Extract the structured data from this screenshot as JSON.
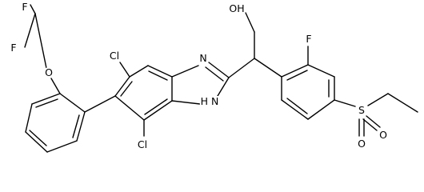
{
  "molecule": {
    "labels": {
      "f_top": "F",
      "f_left": "F",
      "o_ether": "O",
      "cl_upper": "Cl",
      "cl_lower": "Cl",
      "n_imidazole": "N",
      "nh_imidazole": "H N",
      "oh": "OH",
      "f_aryl": "F",
      "s_sulfonyl": "S",
      "o_sulfonyl_right": "O",
      "o_sulfonyl_bottom": "O"
    },
    "colors": {
      "bond": "#000000",
      "text": "#000000",
      "background": "#ffffff"
    }
  }
}
